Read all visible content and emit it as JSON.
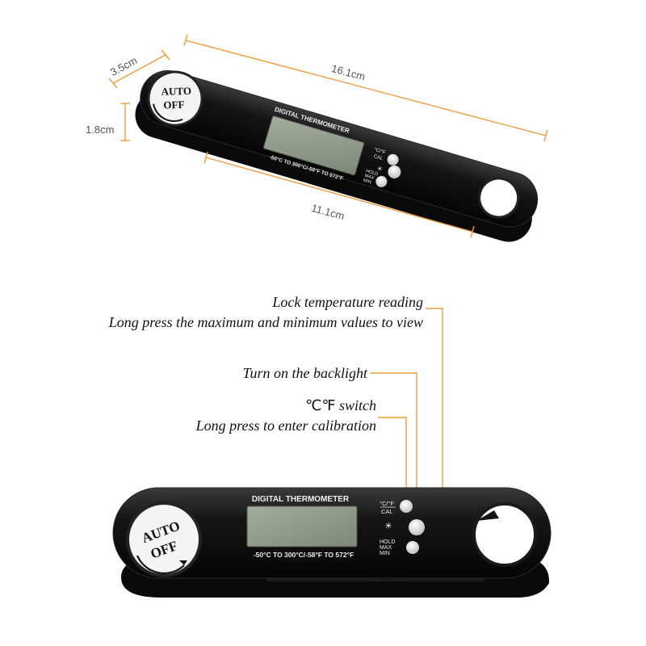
{
  "dimensions": {
    "width": "3.5cm",
    "length": "16.1cm",
    "height": "1.8cm",
    "probe": "11.1cm"
  },
  "device": {
    "brand_text": "DIGITAL THERMOMETER",
    "range_text": "-50°C TO 300°C/-58°F TO 572°F",
    "auto_off_line1": "AUTO",
    "auto_off_line2": "OFF",
    "button_labels": {
      "unit": "°C/°F",
      "cal": "CAL",
      "light": "☀",
      "hold": "HOLD",
      "max": "MAX",
      "min": "MIN"
    }
  },
  "callouts": {
    "lock_line1": "Lock temperature reading",
    "lock_line2": "Long press the maximum and minimum values to view",
    "backlight": "Turn on the backlight",
    "unit_symbol": "℃℉",
    "unit_switch": " switch",
    "calibration": "Long press to enter calibration"
  },
  "colors": {
    "accent": "#f29a3c",
    "body": "#141414",
    "lcd": "#8f9a88"
  }
}
